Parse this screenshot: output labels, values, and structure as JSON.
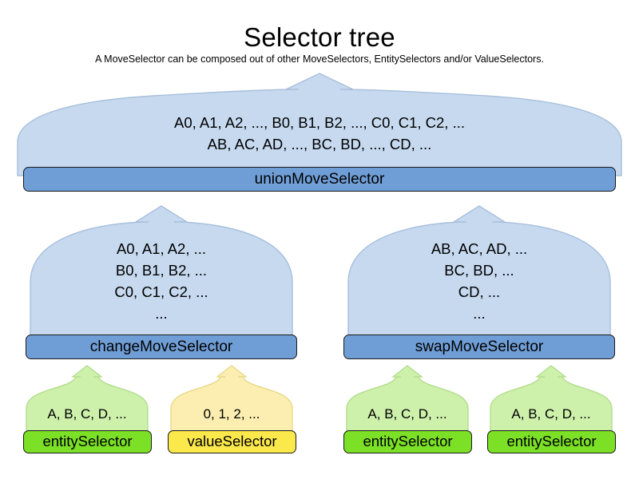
{
  "header": {
    "title": "Selector tree",
    "subtitle": "A MoveSelector can be composed out of other MoveSelectors, EntitySelectors and/or ValueSelectors."
  },
  "colors": {
    "move_dome_fill": "#c6d9ef",
    "move_dome_stroke": "#a8bfdc",
    "move_bar_fill": "#6f9dd5",
    "entity_dome_fill": "#cdf0ab",
    "entity_dome_stroke": "#b5dd90",
    "entity_bar_fill": "#7ce026",
    "value_dome_fill": "#fbeeb0",
    "value_dome_stroke": "#e8d98c",
    "value_bar_fill": "#fbe84b",
    "bar_stroke": "#1a1a1a",
    "text": "#000000",
    "background": "#ffffff"
  },
  "nodes": {
    "union": {
      "label": "unionMoveSelector",
      "lines": [
        "A0, A1, A2, ..., B0, B1, B2, ..., C0, C1, C2, ...",
        "AB, AC, AD, ..., BC, BD, ..., CD, ..."
      ]
    },
    "change": {
      "label": "changeMoveSelector",
      "lines": [
        "A0, A1, A2, ...",
        "B0, B1, B2, ...",
        "C0, C1, C2, ...",
        "..."
      ]
    },
    "swap": {
      "label": "swapMoveSelector",
      "lines": [
        "AB, AC, AD, ...",
        "BC, BD, ...",
        "CD, ...",
        "..."
      ]
    },
    "leaf_1": {
      "label": "entitySelector",
      "lines": [
        "A, B, C, D, ..."
      ]
    },
    "leaf_2": {
      "label": "valueSelector",
      "lines": [
        "0, 1, 2, ..."
      ]
    },
    "leaf_3": {
      "label": "entitySelector",
      "lines": [
        "A, B, C, D, ..."
      ]
    },
    "leaf_4": {
      "label": "entitySelector",
      "lines": [
        "A, B, C, D, ..."
      ]
    }
  }
}
